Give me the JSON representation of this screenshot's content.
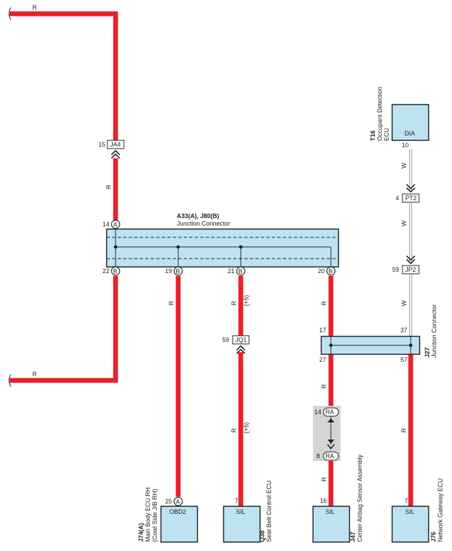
{
  "wire_colors": {
    "red": "R",
    "white": "W"
  },
  "shielded_note": "(+5)",
  "junction_a33": {
    "code": "A33(A), J80(B)",
    "name": "Junction Connector",
    "pins": {
      "p14": "14",
      "p22": "22",
      "p19": "19",
      "p21": "21",
      "p20": "20"
    },
    "side_a": "A",
    "side_b": "B"
  },
  "junction_j27": {
    "code": "J27",
    "name": "Junction Connector",
    "pins": {
      "p17": "17",
      "p37": "37",
      "p27": "27",
      "p57": "57"
    }
  },
  "inline_connectors": {
    "ja4": {
      "label": "JA4",
      "pin": "15"
    },
    "pt2": {
      "label": "PT2",
      "pin": "4"
    },
    "jp2": {
      "label": "JP2",
      "pin": "59"
    },
    "jq1": {
      "label": "JQ1",
      "pin": "59"
    },
    "ra": {
      "label": "RA",
      "pin_top": "14",
      "pin_bottom": "8"
    }
  },
  "components": {
    "t16": {
      "code": "T16",
      "name_line1": "Occupant Detection",
      "name_line2": "ECU",
      "terminal": "DIA",
      "pin": "10"
    },
    "j74": {
      "code": "J74(A)",
      "name_line1": "Main Body ECU RH",
      "name_line2": "(Cowl Side J/B RH)",
      "terminal": "OBD2",
      "pin": "25",
      "side": "A"
    },
    "q38": {
      "code": "Q38",
      "name_line1": "Seat Belt Control ECU",
      "terminal": "SIL",
      "pin": "7"
    },
    "j47": {
      "code": "J47",
      "name_line1": "Center Airbag Sensor Assembly",
      "terminal": "SIL",
      "pin": "16"
    },
    "j76": {
      "code": "J76",
      "name_line1": "Network Gateway ECU",
      "terminal": "SIL",
      "pin": "7"
    }
  }
}
